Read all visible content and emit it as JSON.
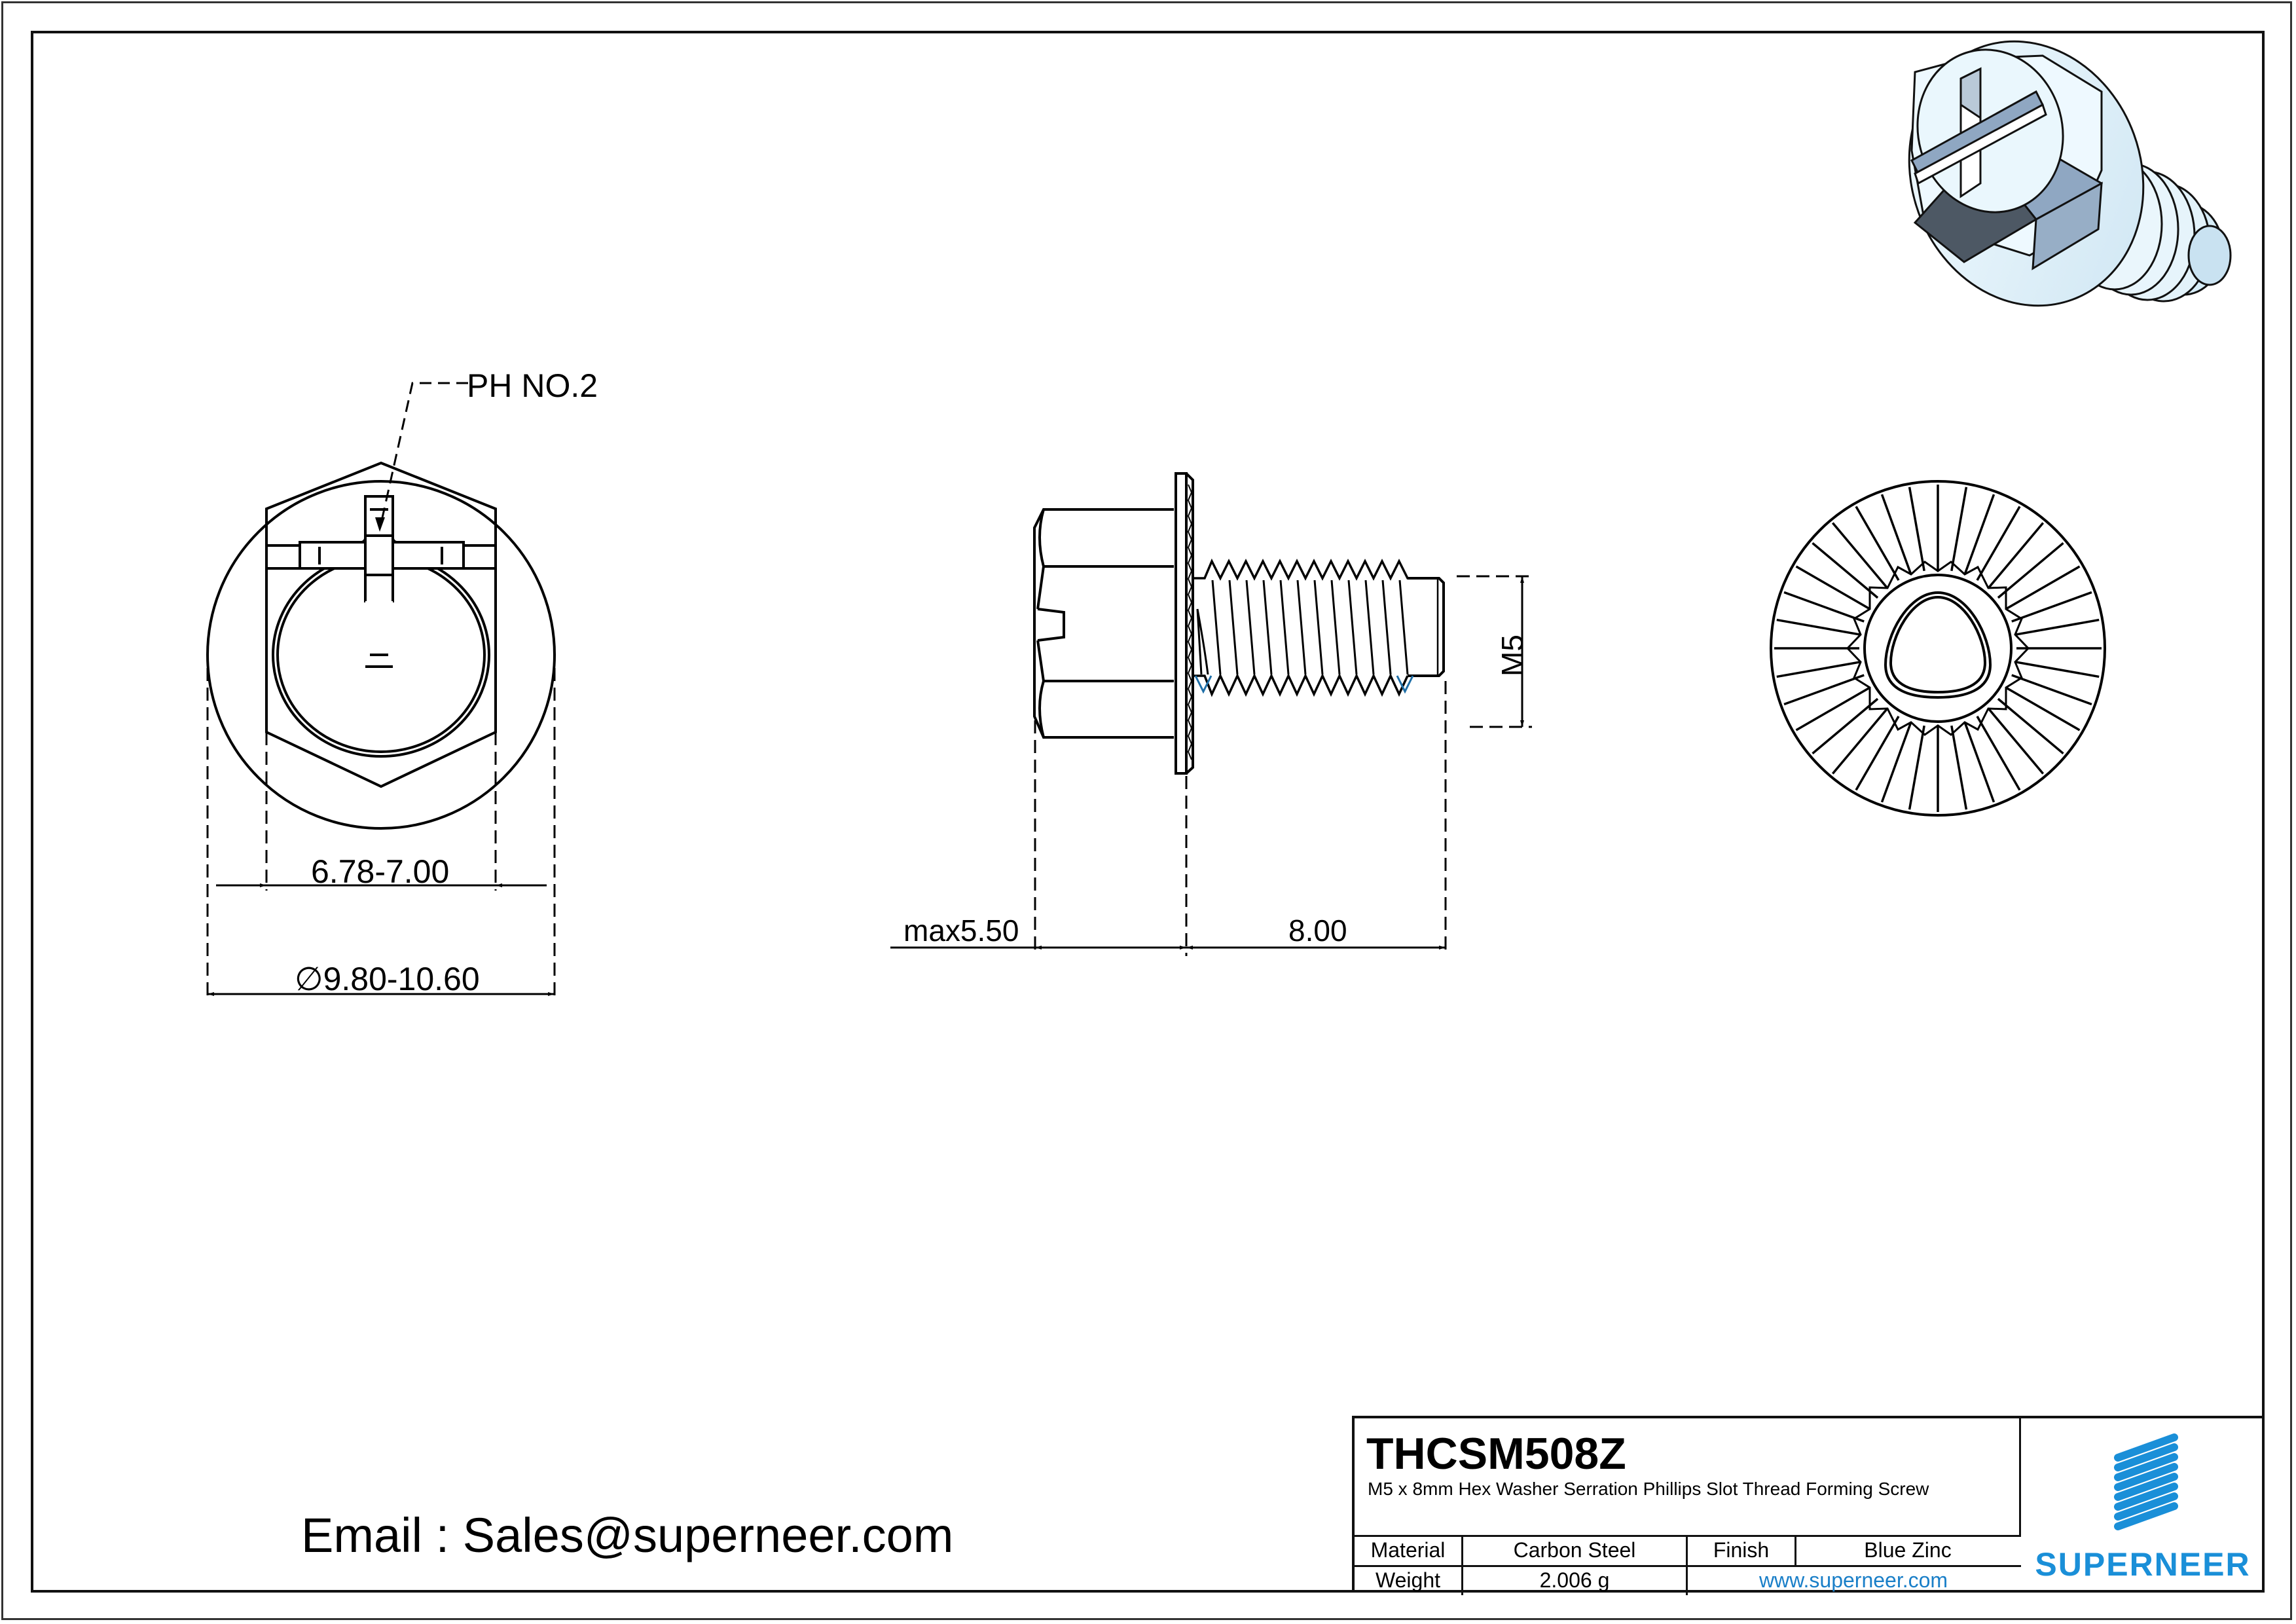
{
  "drawing": {
    "part_number": "THCSM508Z",
    "description": "M5 x 8mm Hex Washer Serration Phillips Slot Thread Forming Screw",
    "colors": {
      "line": "#000000",
      "brand_blue": "#1a8fd8",
      "render_fill_light": "#e4f4fb",
      "render_fill_mid": "#8fa7c2",
      "render_fill_dark": "#4d5864",
      "thread_accent": "#1f6fa8"
    }
  },
  "views": {
    "top_view": {
      "recess_label": "PH NO.2",
      "dim_across_flats": "6.78-7.00",
      "dim_washer_diameter_symbol": "∅",
      "dim_washer_diameter": "9.80-10.60"
    },
    "side_view": {
      "dim_head_height": "max5.50",
      "dim_length": "8.00",
      "dim_thread": "M5"
    },
    "bottom_view": {
      "serration_count": 36
    },
    "iso_view": {
      "icon": "screw-3d-render"
    }
  },
  "contact": {
    "email_line": "Email : Sales@superneer.com"
  },
  "title_block": {
    "material_label": "Material",
    "material_value": "Carbon Steel",
    "finish_label": "Finish",
    "finish_value": "Blue Zinc",
    "weight_label": "Weight",
    "weight_value": "2.006 g",
    "website": "www.superneer.com",
    "brand": "SUPERNEER",
    "logo_icon": "superneer-stripes-logo"
  }
}
